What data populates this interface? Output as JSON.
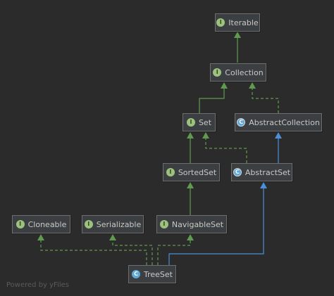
{
  "nodes": {
    "iterable": {
      "label": "Iterable",
      "kind": "I"
    },
    "collection": {
      "label": "Collection",
      "kind": "I"
    },
    "set": {
      "label": "Set",
      "kind": "I"
    },
    "abstract_collection": {
      "label": "AbstractCollection",
      "kind": "C"
    },
    "sorted_set": {
      "label": "SortedSet",
      "kind": "I"
    },
    "abstract_set": {
      "label": "AbstractSet",
      "kind": "C"
    },
    "cloneable": {
      "label": "Cloneable",
      "kind": "I"
    },
    "serializable": {
      "label": "Serializable",
      "kind": "I"
    },
    "navigable_set": {
      "label": "NavigableSet",
      "kind": "I"
    },
    "tree_set": {
      "label": "TreeSet",
      "kind": "C"
    }
  },
  "watermark": "Powered by yFiles",
  "colors": {
    "background": "#2b2b2b",
    "interface_edge": "#5f9a4e",
    "class_edge": "#4a8fd8",
    "node_fill": "#3c3f41",
    "node_border": "#6e6e6e"
  }
}
